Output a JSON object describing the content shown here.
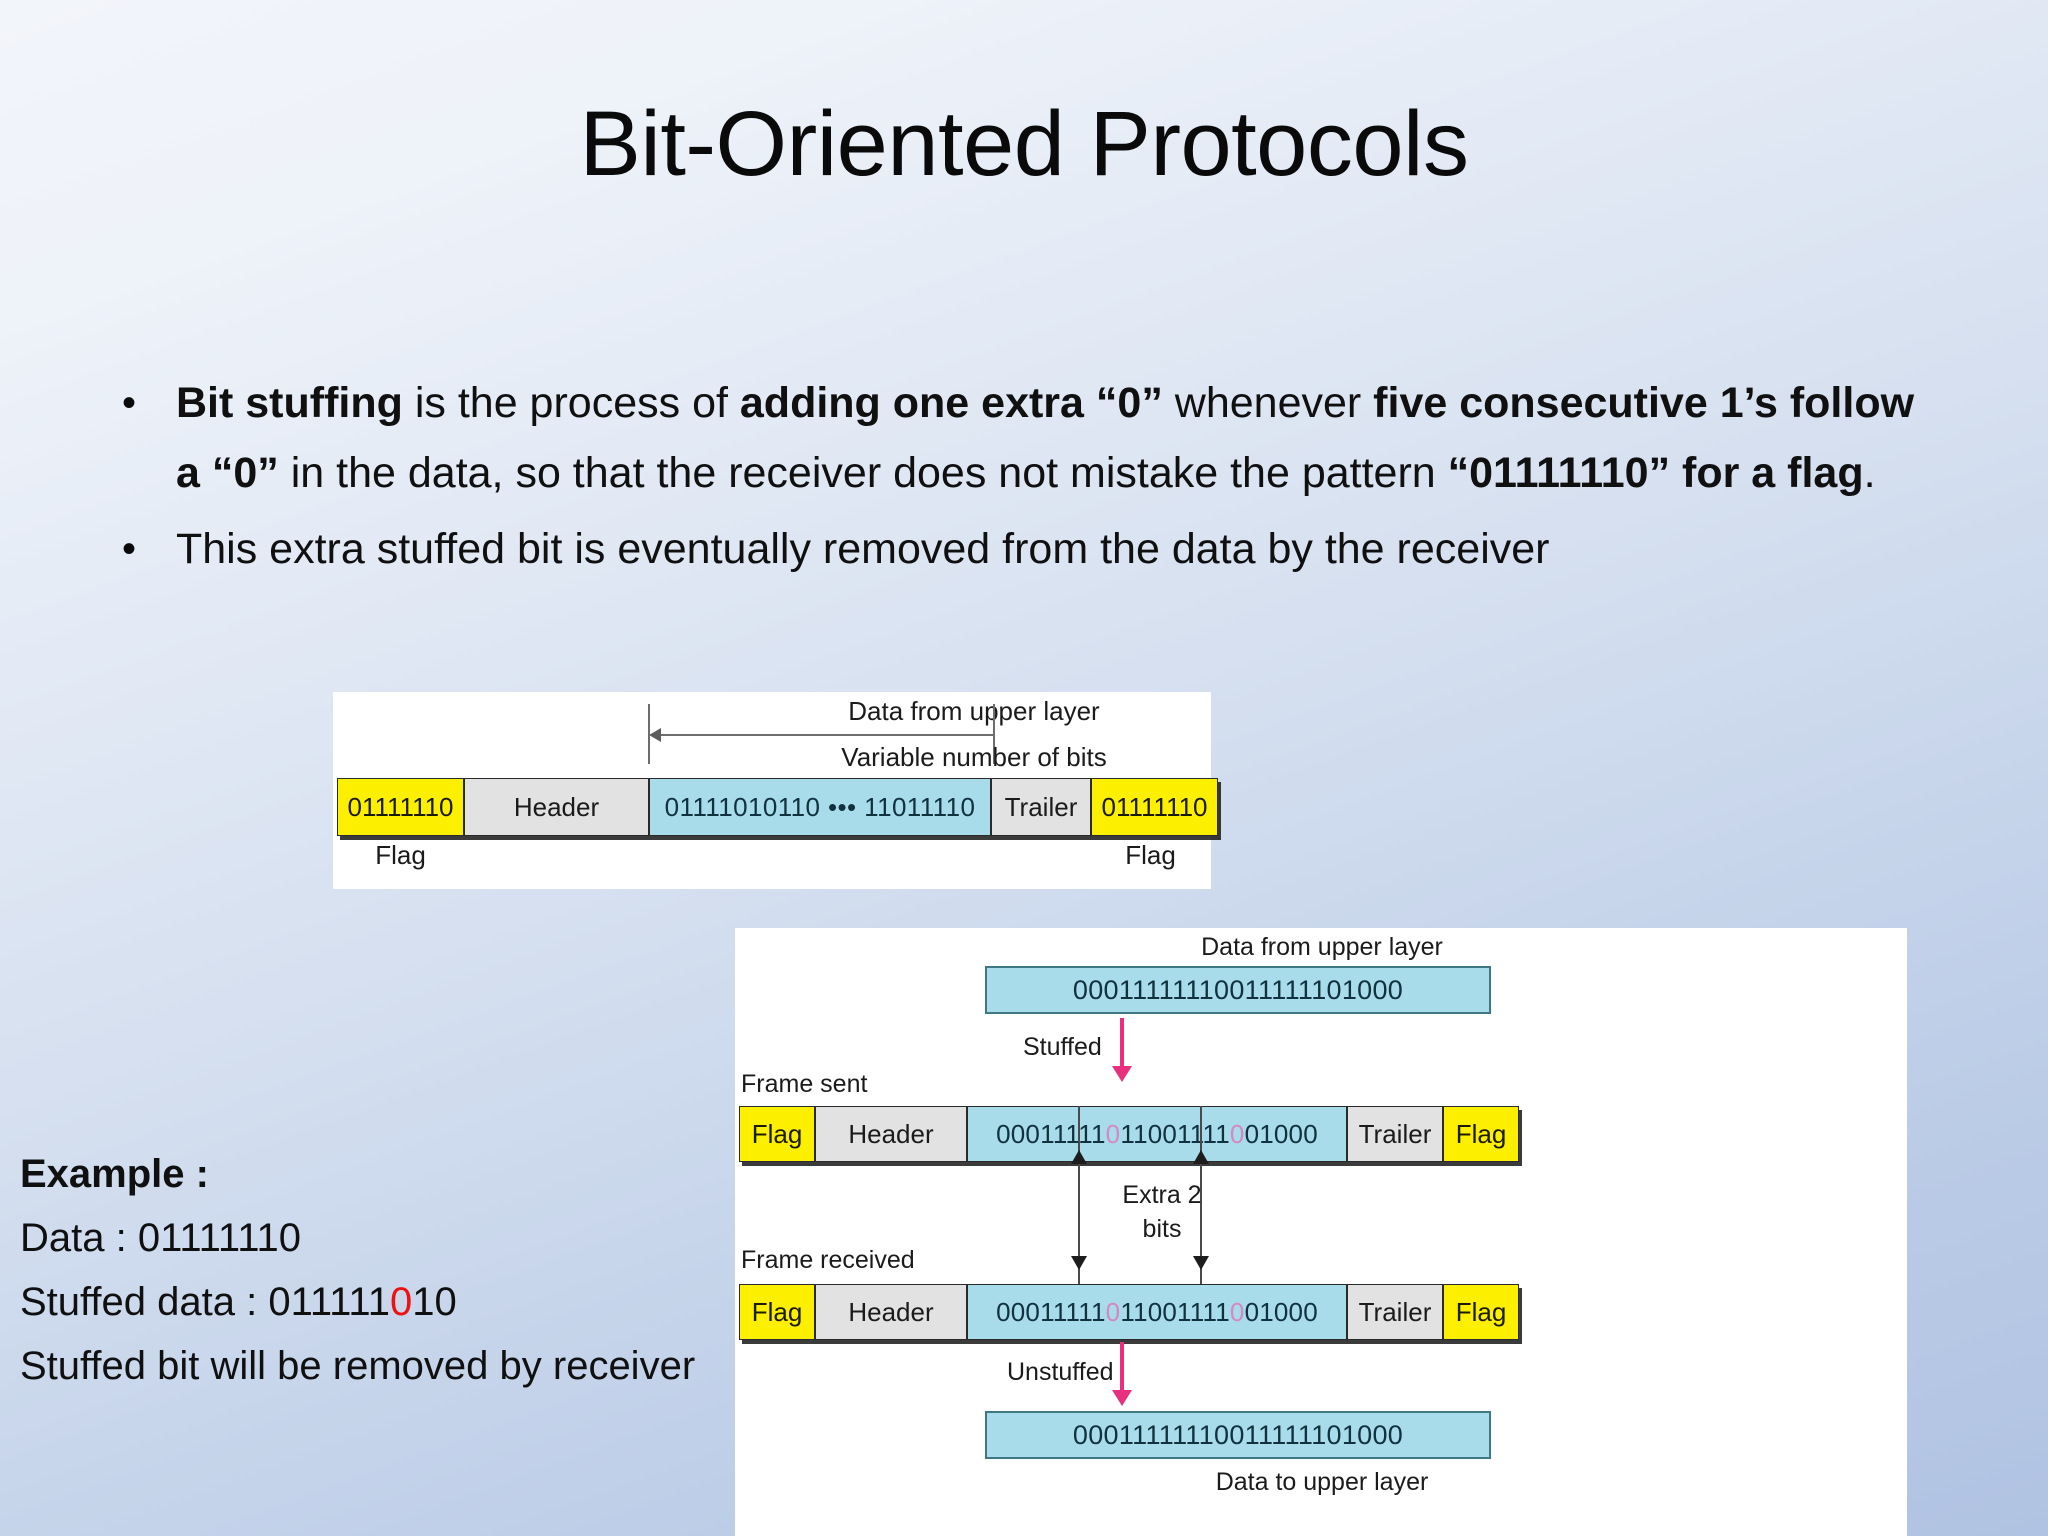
{
  "slide": {
    "title": "Bit-Oriented Protocols",
    "bullet_marker": "•"
  },
  "bullets": [
    {
      "segments": [
        {
          "text": "Bit stuffing",
          "bold": true
        },
        {
          "text": " is the process of ",
          "bold": false
        },
        {
          "text": "adding one extra “0”",
          "bold": true
        },
        {
          "text": " whenever ",
          "bold": false
        },
        {
          "text": "five consecutive 1’s follow a “0”",
          "bold": true
        },
        {
          "text": " in the data, so that the receiver does not mistake the pattern ",
          "bold": false
        },
        {
          "text": "“01111110” for a flag",
          "bold": true
        },
        {
          "text": ".",
          "bold": false
        }
      ]
    },
    {
      "segments": [
        {
          "text": "This extra stuffed bit is eventually removed from the data by the receiver",
          "bold": false
        }
      ]
    }
  ],
  "example": {
    "heading": "Example :",
    "data_line_label": "Data : ",
    "data_line_value": "01111110",
    "stuffed_label": "Stuffed data : ",
    "stuffed_prefix": "011111",
    "stuffed_red_bit": "0",
    "stuffed_suffix": "10",
    "note": "Stuffed bit will be removed by receiver"
  },
  "figure1": {
    "caption_top": "Data from upper layer",
    "caption_bottom": "Variable number of bits",
    "cells": {
      "flag_left": "01111110",
      "header": "Header",
      "data": "01111010110 ••• 11011110",
      "trailer": "Trailer",
      "flag_right": "01111110"
    },
    "label_left": "Flag",
    "label_right": "Flag"
  },
  "figure2": {
    "top_label": "Data from upper layer",
    "top_data": "00011111110011111101000",
    "stuffed_label": "Stuffed",
    "frame_sent_label": "Frame sent",
    "frame_received_label": "Frame received",
    "extra_bits_label": "Extra 2 bits",
    "unstuffed_label": "Unstuffed",
    "bottom_data": "00011111110011111101000",
    "bottom_label": "Data to upper layer",
    "frame": {
      "flag": "Flag",
      "header": "Header",
      "trailer": "Trailer",
      "data_part1": "00011111",
      "data_stuff1": "0",
      "data_part2": "11001111",
      "data_stuff2": "0",
      "data_part3": "01000"
    }
  },
  "colors": {
    "flag_yellow": "#fcf000",
    "data_blue": "#a8dcea",
    "header_gray": "#e2e2e2",
    "stuff_pink": "#d488c4",
    "arrow_pink": "#e8307f",
    "red_bit": "#ee1111"
  }
}
